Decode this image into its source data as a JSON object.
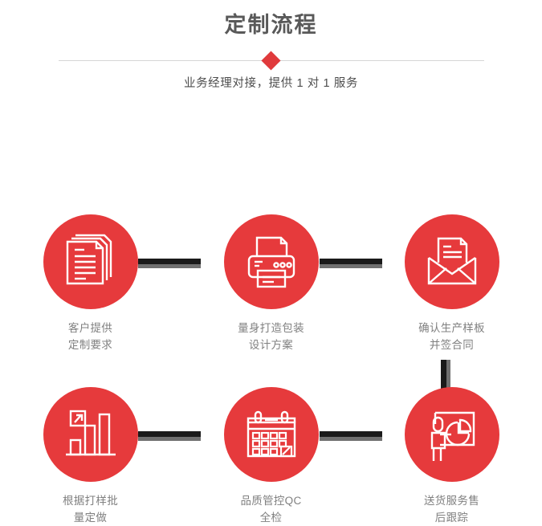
{
  "header": {
    "title": "定制流程",
    "subtitle": "业务经理对接，提供 1 对 1 服务",
    "divider_icon": "diamond-icon"
  },
  "colors": {
    "brand_red": "#e63a3c",
    "title_gray": "#595959",
    "caption_gray": "#808080",
    "connector_dark": "#1a1a1a",
    "connector_shadow": "#707070",
    "divider_line": "#d6d6d6"
  },
  "steps": [
    {
      "id": "step-1",
      "icon": "documents-stack-icon",
      "caption_lines": [
        "客户提供",
        "定制要求"
      ]
    },
    {
      "id": "step-2",
      "icon": "printer-icon",
      "caption_lines": [
        "量身打造包装",
        "设计方案"
      ]
    },
    {
      "id": "step-3",
      "icon": "envelope-document-icon",
      "caption_lines": [
        "确认生产样板",
        "并签合同"
      ]
    },
    {
      "id": "step-4",
      "icon": "bar-chart-growth-icon",
      "caption_lines": [
        "根据打样批",
        "量定做"
      ]
    },
    {
      "id": "step-5",
      "icon": "calendar-check-icon",
      "caption_lines": [
        "品质管控QC",
        "全检"
      ]
    },
    {
      "id": "step-6",
      "icon": "presenter-pie-chart-icon",
      "caption_lines": [
        "送货服务售",
        "后跟踪"
      ]
    }
  ],
  "connectors": [
    {
      "id": "connector-1-2",
      "orientation": "horizontal"
    },
    {
      "id": "connector-2-3",
      "orientation": "horizontal"
    },
    {
      "id": "connector-4-5",
      "orientation": "horizontal"
    },
    {
      "id": "connector-5-6",
      "orientation": "horizontal"
    },
    {
      "id": "connector-3-6",
      "orientation": "vertical"
    }
  ]
}
